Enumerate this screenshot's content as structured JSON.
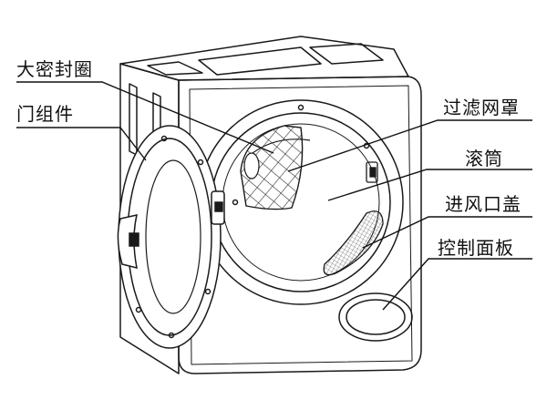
{
  "diagram": {
    "labels": {
      "door_seal": "大密封圈",
      "door_assembly": "门组件",
      "filter_cover": "过滤网罩",
      "drum": "滚筒",
      "air_inlet_cover": "进风口盖",
      "control_panel": "控制面板"
    },
    "colors": {
      "line": "#1a1a1a",
      "background": "#ffffff"
    }
  }
}
